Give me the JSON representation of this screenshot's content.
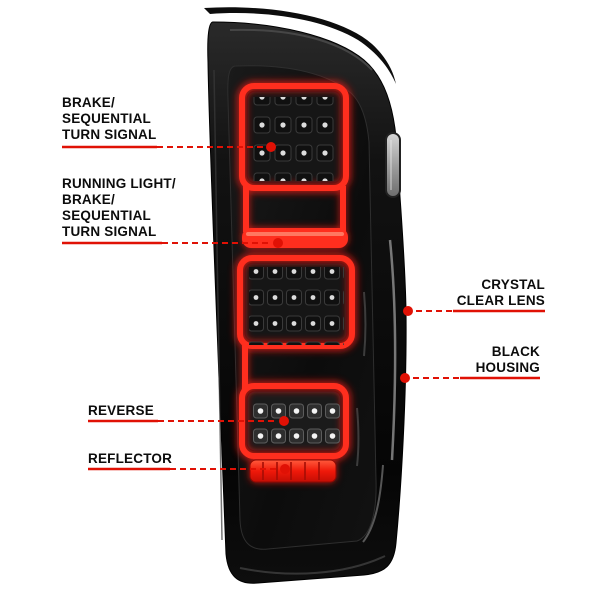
{
  "colors": {
    "background": "#ffffff",
    "accent_red": "#e01105",
    "housing_black": "#0a0a0a",
    "lens_smoke": "#141414"
  },
  "callouts": {
    "brake": {
      "label": "BRAKE/\nSEQUENTIAL\nTURN SIGNAL"
    },
    "running_light": {
      "label": "RUNNING LIGHT/\nBRAKE/\nSEQUENTIAL\nTURN SIGNAL"
    },
    "reverse": {
      "label": "REVERSE"
    },
    "reflector": {
      "label": "REFLECTOR"
    },
    "crystal_lens": {
      "label": "CRYSTAL\nCLEAR LENS"
    },
    "black_housing": {
      "label": "BLACK\nHOUSING"
    }
  }
}
